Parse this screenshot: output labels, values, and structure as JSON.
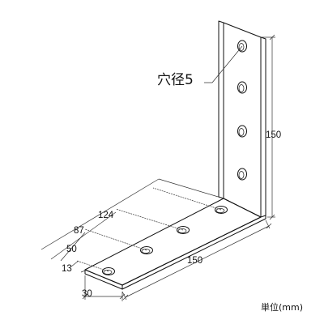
{
  "callout": {
    "label": "穴径5"
  },
  "dimensions": {
    "vertical_height": "150",
    "horizontal_length": "150",
    "width": "30",
    "offsets": [
      "124",
      "87",
      "50",
      "13"
    ]
  },
  "unit_label": "単位(mm)",
  "colors": {
    "line": "#111111",
    "background": "#ffffff"
  }
}
